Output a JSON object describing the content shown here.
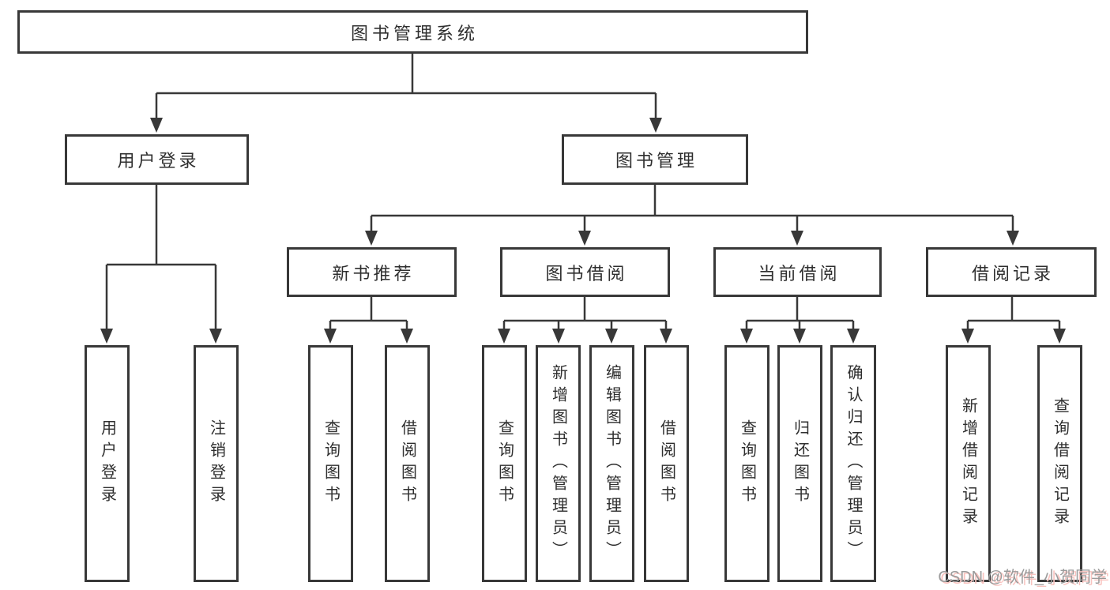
{
  "diagram": {
    "root": {
      "label": "图书管理系统"
    },
    "branches": [
      {
        "label": "用户登录",
        "children": [
          {
            "label": "用户登录"
          },
          {
            "label": "注销登录"
          }
        ]
      },
      {
        "label": "图书管理",
        "children": [
          {
            "label": "新书推荐",
            "children": [
              {
                "label": "查询图书"
              },
              {
                "label": "借阅图书"
              }
            ]
          },
          {
            "label": "图书借阅",
            "children": [
              {
                "label": "查询图书"
              },
              {
                "label": "新增图书（管理员）"
              },
              {
                "label": "编辑图书（管理员）"
              },
              {
                "label": "借阅图书"
              }
            ]
          },
          {
            "label": "当前借阅",
            "children": [
              {
                "label": "查询图书"
              },
              {
                "label": "归还图书"
              },
              {
                "label": "确认归还（管理员）"
              }
            ]
          },
          {
            "label": "借阅记录",
            "children": [
              {
                "label": "新增借阅记录"
              },
              {
                "label": "查询借阅记录"
              }
            ]
          }
        ]
      }
    ]
  },
  "watermark": {
    "text": "CSDN @软件_小贺同学"
  },
  "colors": {
    "line": "#383838",
    "text": "#2f2f2f",
    "background": "#ffffff",
    "watermark_gray": "#9b9b9b",
    "watermark_pink": "#f9c4c0"
  }
}
